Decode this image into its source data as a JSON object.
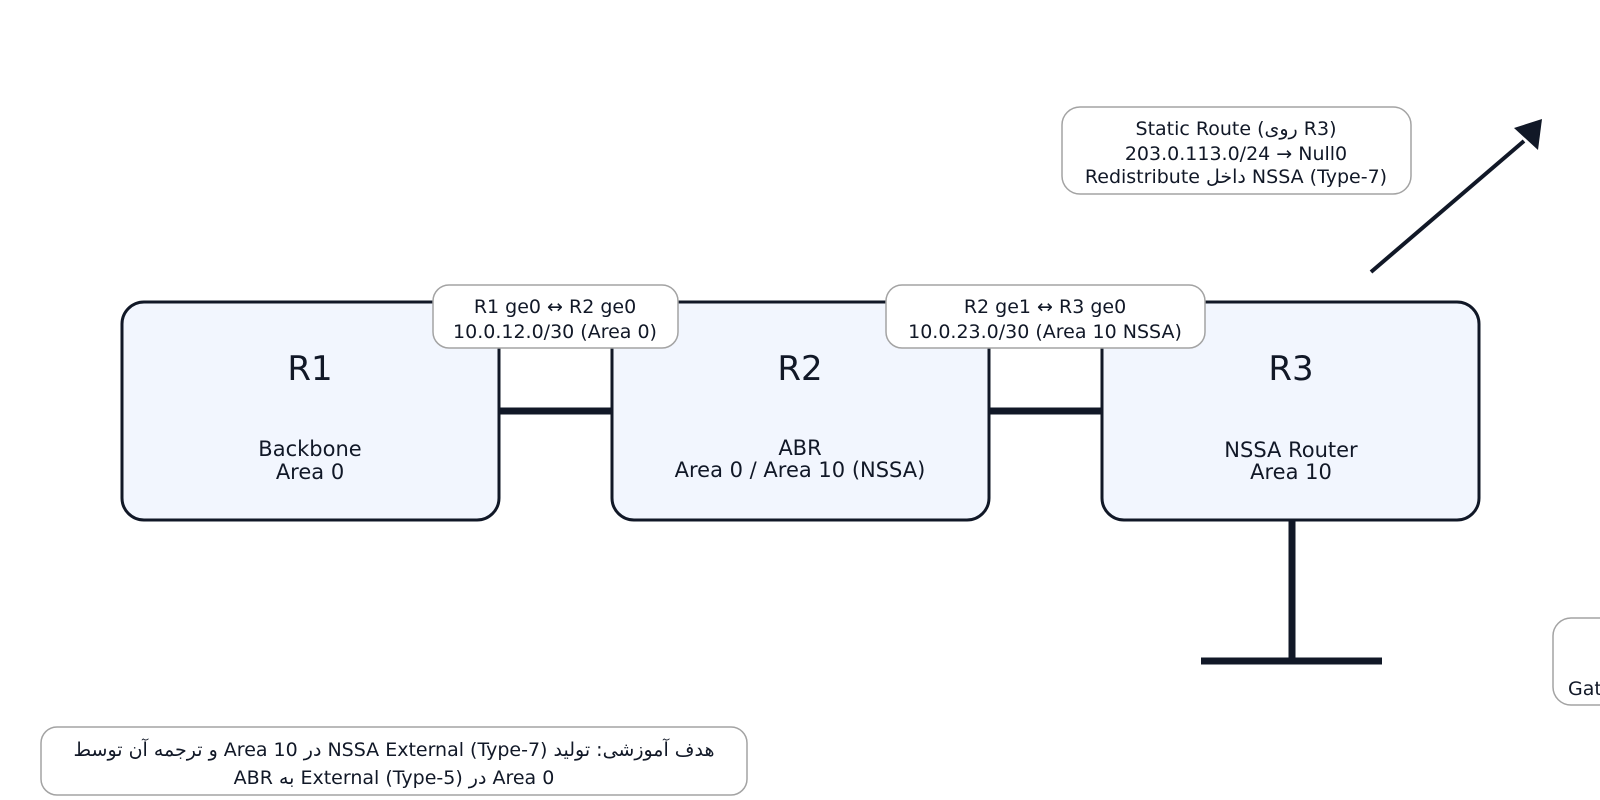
{
  "colors": {
    "stroke": "#111827",
    "node_fill": "#f2f6fe",
    "label_border": "#a3a3a3",
    "label_fill": "#ffffff",
    "text": "#111827"
  },
  "routers": [
    {
      "id": "r1",
      "name": "R1",
      "role": "Backbone",
      "area": "Area 0"
    },
    {
      "id": "r2",
      "name": "R2",
      "role": "ABR",
      "area": "Area 0 / Area 10 (NSSA)"
    },
    {
      "id": "r3",
      "name": "R3",
      "role": "NSSA Router",
      "area": "Area 10"
    }
  ],
  "links": [
    {
      "from": "r1",
      "to": "r2",
      "line1": "R1 ge0 ↔ R2 ge0",
      "line2": "10.0.12.0/30 (Area 0)"
    },
    {
      "from": "r2",
      "to": "r3",
      "line1": "R2 ge1 ↔ R3 ge0",
      "line2": "10.0.23.0/30 (Area 10 NSSA)"
    }
  ],
  "static_route": {
    "line1": "Static Route (روی R3)",
    "line2": "203.0.113.0/24 → Null0",
    "line3": "Redistribute داخل NSSA (Type-7)"
  },
  "gateway_label": "Gat",
  "goal": {
    "line1": "هدف آموزشی: تولید NSSA External (Type-7) در Area 10 و ترجمه آن توسط",
    "line2": "ABR به External (Type-5) در Area 0"
  }
}
